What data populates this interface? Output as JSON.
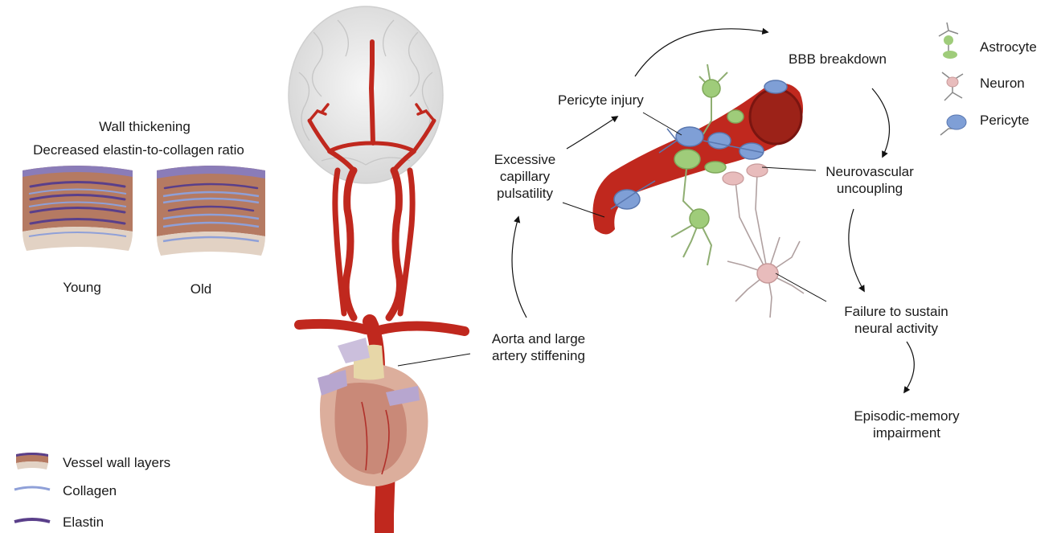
{
  "left_panel": {
    "heading_line1": "Wall thickening",
    "heading_line2": "Decreased elastin-to-collagen ratio",
    "young_label": "Young",
    "old_label": "Old"
  },
  "legend_left": [
    {
      "name": "vessel-wall-layers",
      "label": "Vessel wall layers"
    },
    {
      "name": "collagen",
      "label": "Collagen"
    },
    {
      "name": "elastin",
      "label": "Elastin"
    }
  ],
  "legend_right": [
    {
      "name": "astrocyte",
      "label": "Astrocyte"
    },
    {
      "name": "neuron",
      "label": "Neuron"
    },
    {
      "name": "pericyte",
      "label": "Pericyte"
    }
  ],
  "flow_labels": {
    "aorta_line1": "Aorta and large",
    "aorta_line2": "artery stiffening",
    "pulsatility_line1": "Excessive",
    "pulsatility_line2": "capillary",
    "pulsatility_line3": "pulsatility",
    "pericyte_injury": "Pericyte injury",
    "bbb": "BBB breakdown",
    "nvu_line1": "Neurovascular",
    "nvu_line2": "uncoupling",
    "failure_line1": "Failure to sustain",
    "failure_line2": "neural activity",
    "memory_line1": "Episodic-memory",
    "memory_line2": "impairment"
  },
  "colors": {
    "artery_red": "#c0281e",
    "astrocyte_green": "#9fcc7a",
    "pericyte_blue": "#7f9fd6",
    "neuron_pink": "#e8bcbc",
    "elastin_purple": "#5a3f8a",
    "collagen_blue": "#8fa0d8",
    "wall_brown": "#b57a62",
    "adventitia_beige": "#e2d2c4",
    "brain_gray": "#e6e6e6"
  }
}
